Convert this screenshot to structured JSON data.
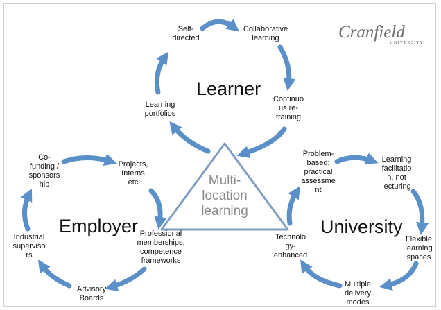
{
  "logo": {
    "name": "Cranfield",
    "sub": "UNIVERSITY"
  },
  "center": {
    "label": "Multi-\nlocation\nlearning"
  },
  "learner": {
    "title": "Learner",
    "nodes": {
      "self_directed": "Self-\ndirected",
      "collaborative": "Collaborative\nlearning",
      "continuous": "Continuo\nus re-\ntraining",
      "portfolios": "Learning\nportfolios"
    }
  },
  "employer": {
    "title": "Employer",
    "nodes": {
      "co_funding": "Co-\nfunding /\nsponsors\nhip",
      "projects": "Projects,\nInterns\netc",
      "memberships": "Professional\nmemberships,\ncompetence\nframeworks",
      "advisory": "Advisory\nBoards",
      "supervisors": "Industrial\nsuperviso\nrs"
    }
  },
  "university": {
    "title": "University",
    "nodes": {
      "problem_based": "Problem-\nbased;\npractical\nassessme\nnt",
      "facilitation": "Learning\nfacilitatio\nn, not\nlecturing",
      "flexible": "Flexible\nlearning\nspaces",
      "delivery": "Multiple\ndelivery\nmodes",
      "technology": "Technolo\ngy-\nenhanced"
    }
  },
  "colors": {
    "arrow": "#5b8fc7",
    "arrow_edge": "#3f6fa5",
    "triangle_fill": "#ffffff",
    "triangle_stroke": "#7f9cc3",
    "center_text": "#8a8a8a"
  }
}
